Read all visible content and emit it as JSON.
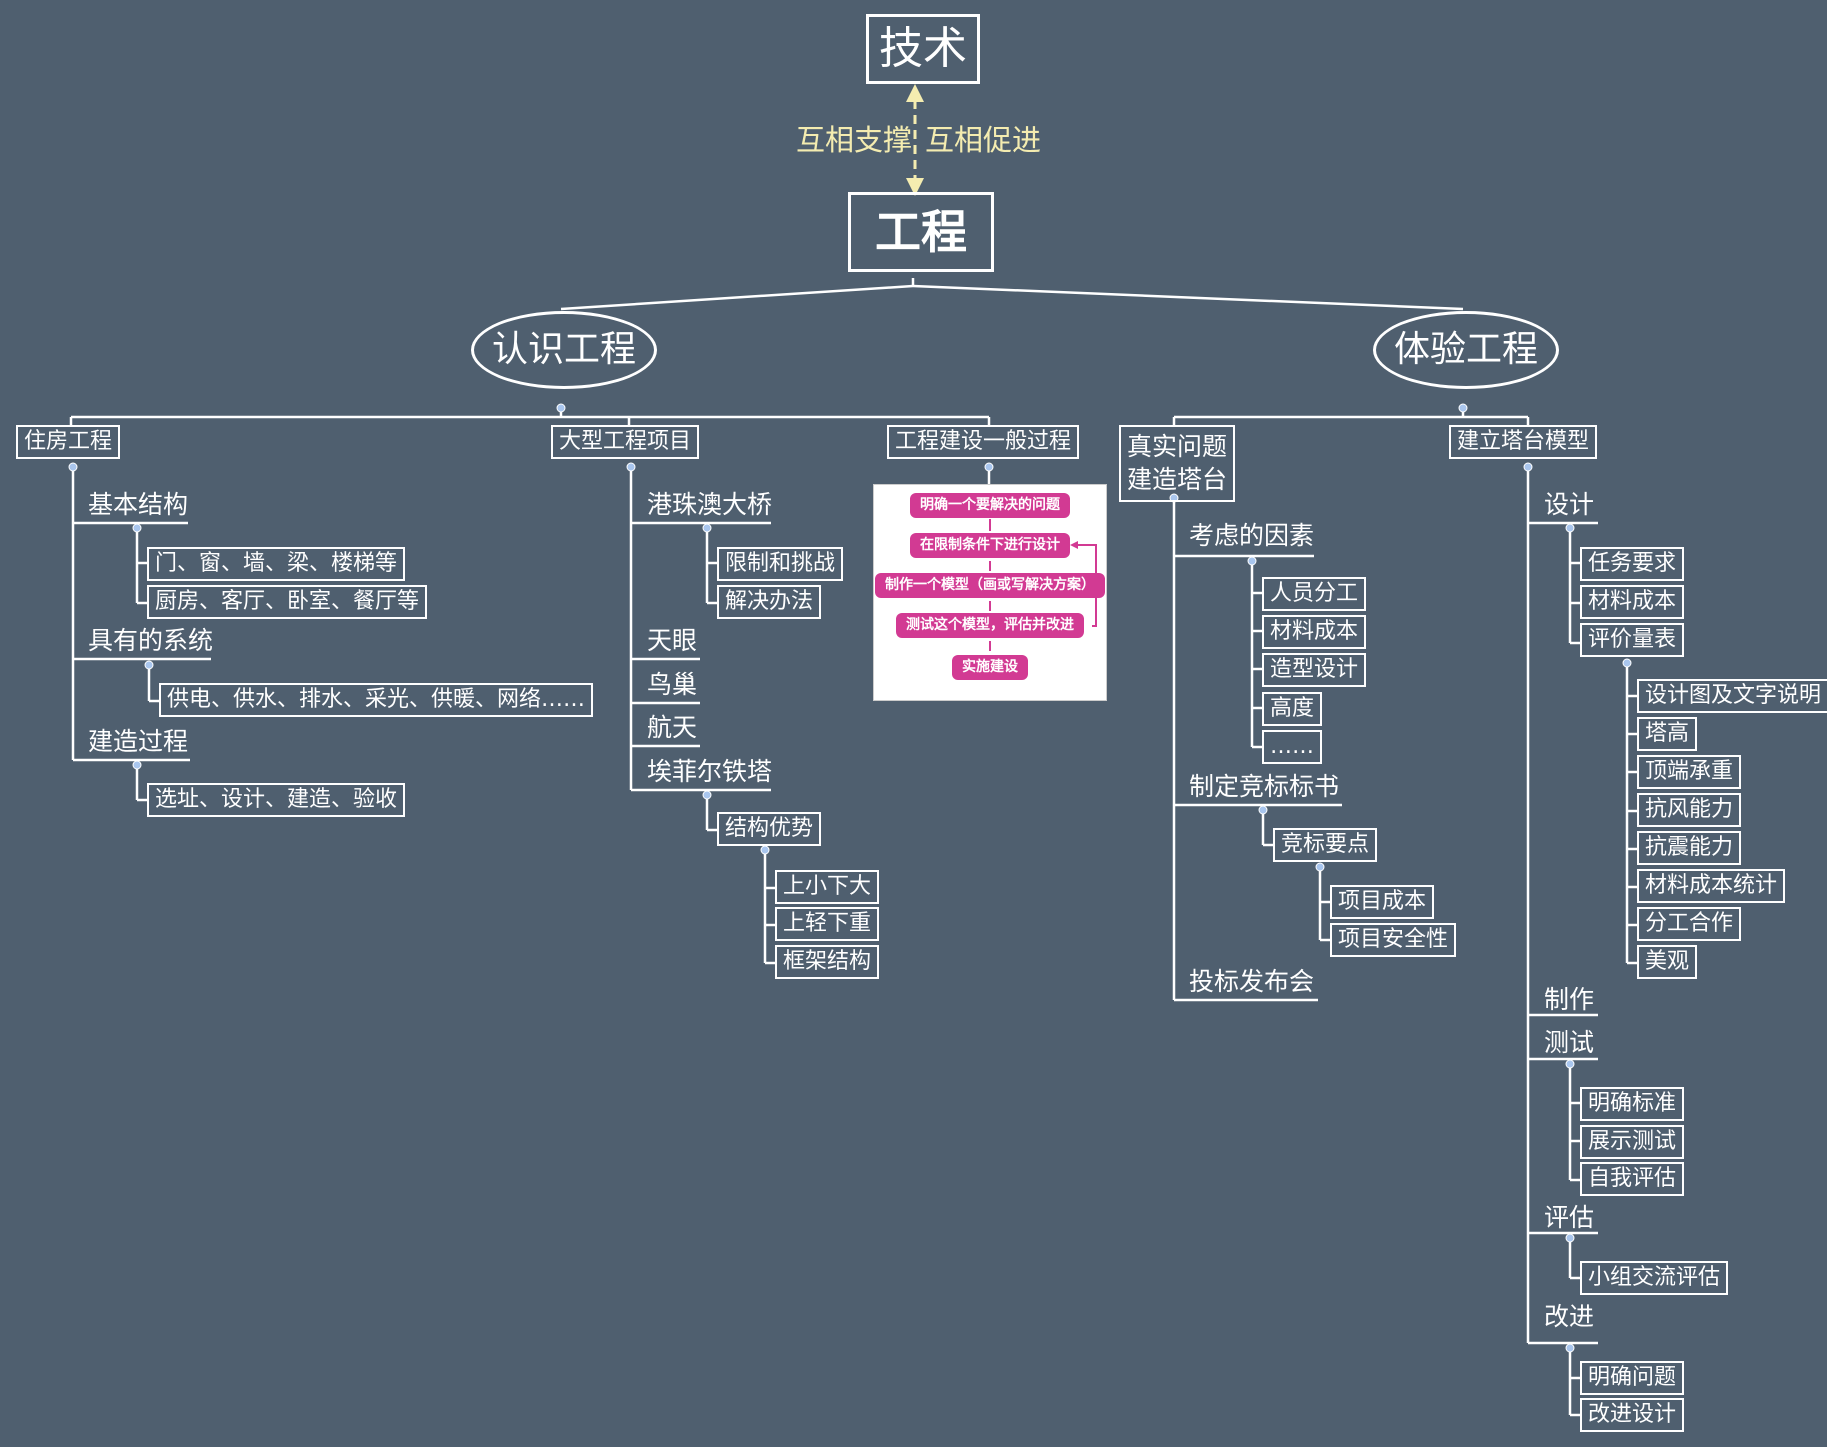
{
  "top": "技术",
  "relation": {
    "left": "互相支撑",
    "right": "互相促进"
  },
  "root": "工程",
  "left_branch": {
    "title": "认识工程",
    "housing": {
      "title": "住房工程",
      "basic_structure": "基本结构",
      "basic_items": [
        "门、窗、墙、梁、楼梯等",
        "厨房、客厅、卧室、餐厅等"
      ],
      "systems": "具有的系统",
      "systems_items": [
        "供电、供水、排水、采光、供暖、网络……"
      ],
      "process": "建造过程",
      "process_items": [
        "选址、设计、建造、验收"
      ]
    },
    "large_projects": {
      "title": "大型工程项目",
      "hzmb": "港珠澳大桥",
      "hzmb_items": [
        "限制和挑战",
        "解决办法"
      ],
      "others": [
        "天眼",
        "鸟巢",
        "航天"
      ],
      "eiffel": "埃菲尔铁塔",
      "eiffel_child": "结构优势",
      "eiffel_items": [
        "上小下大",
        "上轻下重",
        "框架结构"
      ]
    },
    "general_process": {
      "title": "工程建设一般过程",
      "flow_steps": [
        "明确一个要解决的问题",
        "在限制条件下进行设计",
        "制作一个模型（画或写解决方案）",
        "测试这个模型，评估并改进",
        "实施建设"
      ]
    }
  },
  "right_branch": {
    "title": "体验工程",
    "real_problem": {
      "title": "真实问题\n建造塔台",
      "factors": "考虑的因素",
      "factor_items": [
        "人员分工",
        "材料成本",
        "造型设计",
        "高度",
        "……"
      ],
      "tender": "制定竞标标书",
      "tender_child": "竞标要点",
      "tender_items": [
        "项目成本",
        "项目安全性"
      ],
      "meeting": "投标发布会"
    },
    "tower_model": {
      "title": "建立塔台模型",
      "design": "设计",
      "design_items": [
        "任务要求",
        "材料成本",
        "评价量表"
      ],
      "criteria": [
        "设计图及文字说明",
        "塔高",
        "顶端承重",
        "抗风能力",
        "抗震能力",
        "材料成本统计",
        "分工合作",
        "美观"
      ],
      "make": "制作",
      "test": "测试",
      "test_items": [
        "明确标准",
        "展示测试",
        "自我评估"
      ],
      "evaluate": "评估",
      "evaluate_items": [
        "小组交流评估"
      ],
      "improve": "改进",
      "improve_items": [
        "明确问题",
        "改进设计"
      ]
    }
  },
  "colors": {
    "background": "#4f5f6f",
    "line": "#ffffff",
    "relation_arrow": "#f4ecb0",
    "flow_step": "#d23a93",
    "dot": "#a9c6ee"
  }
}
